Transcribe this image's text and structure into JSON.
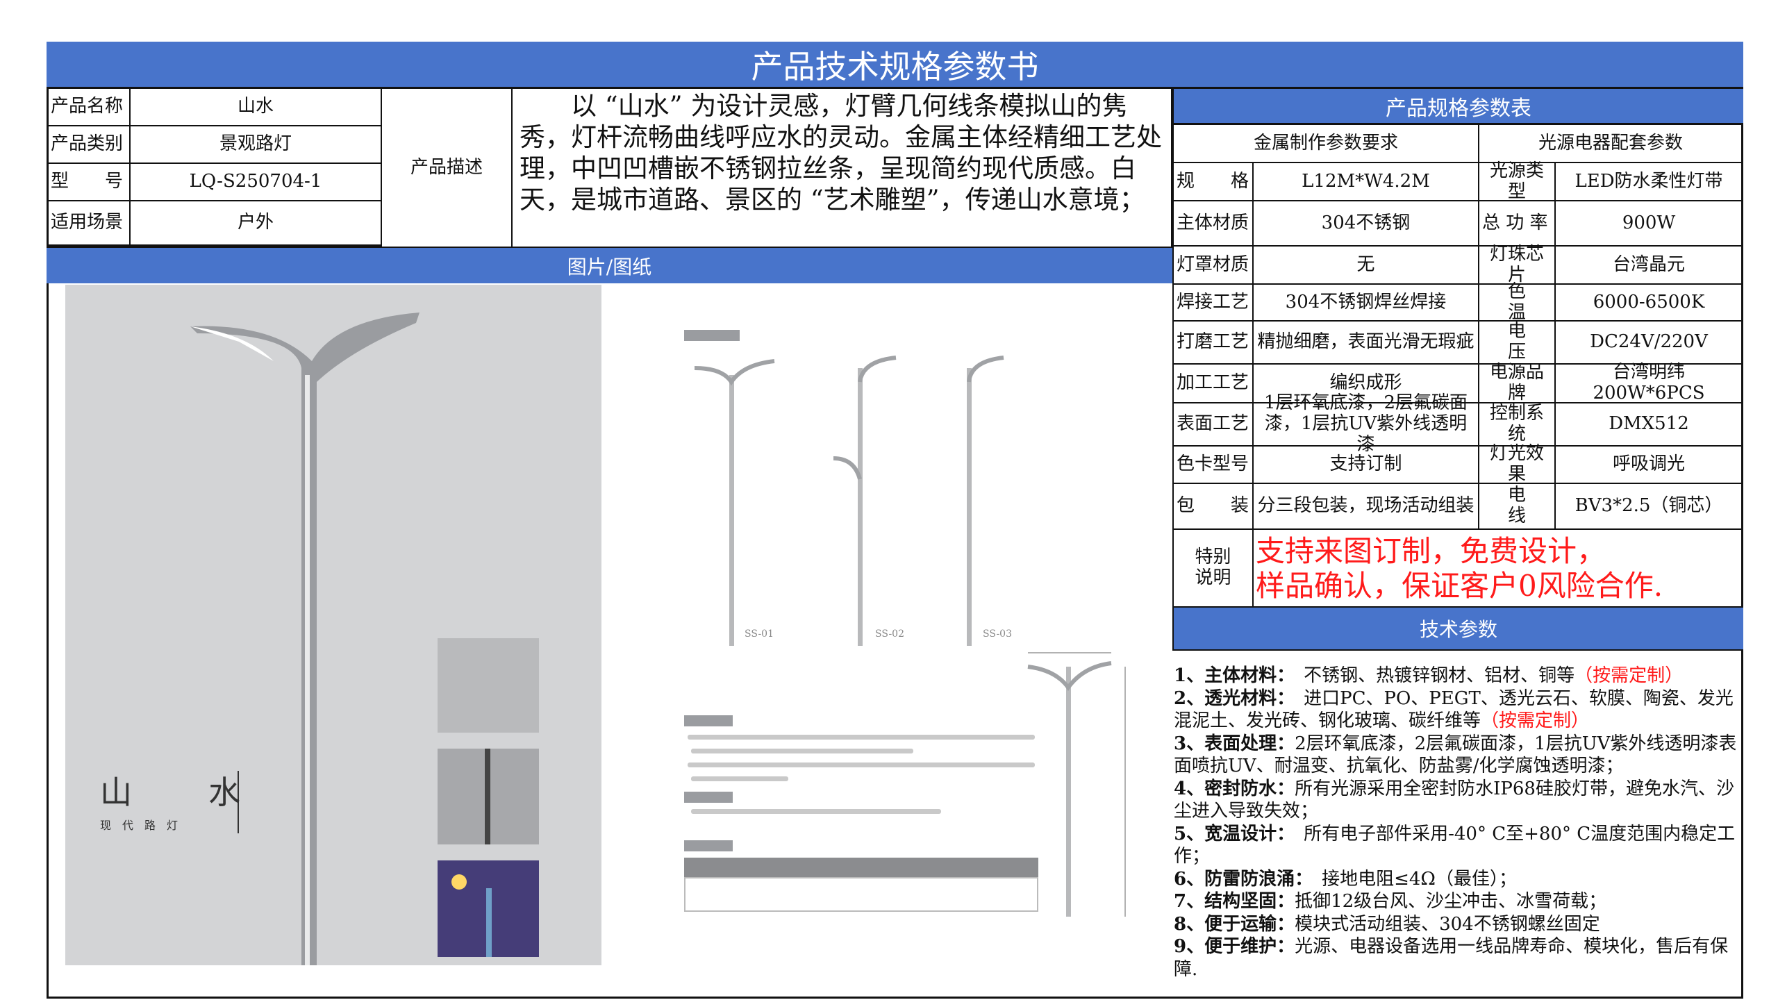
{
  "title": "产品技术规格参数书",
  "basic": [
    {
      "label": "产品名称",
      "value": "山水"
    },
    {
      "label": "产品类别",
      "value": "景观路灯"
    },
    {
      "label": "型　　号",
      "value": "LQ-S250704-1"
    },
    {
      "label": "适用场景",
      "value": "户外"
    }
  ],
  "description": {
    "label": "产品描述",
    "text": "以 “山水” 为设计灵感，灯臂几何线条模拟山的隽秀，灯杆流畅曲线呼应水的灵动。金属主体经精细工艺处理，中凹凹槽嵌不锈钢拉丝条，呈现简约现代质感。白天，是城市道路、景区的 “艺术雕塑”，传递山水意境；"
  },
  "pictures": {
    "header": "图片/图纸",
    "photo_title": "山　　水",
    "photo_subtitle": "现　代　路　灯",
    "models": [
      "SS-01",
      "SS-02",
      "SS-03"
    ]
  },
  "spec": {
    "header": "产品规格参数表",
    "metal_header": "金属制作参数要求",
    "light_header": "光源电器配套参数",
    "rows": [
      {
        "l1": "规　　格",
        "v1": "L12M*W4.2M",
        "l2": "光源类型",
        "v2": "LED防水柔性灯带"
      },
      {
        "l1": "主体材质",
        "v1": "304不锈钢",
        "l2": "总 功 率",
        "v2": "900W"
      },
      {
        "l1": "灯罩材质",
        "v1": "无",
        "l2": "灯珠芯片",
        "v2": "台湾晶元"
      },
      {
        "l1": "焊接工艺",
        "v1": "304不锈钢焊丝焊接",
        "l2": "色　　温",
        "v2": "6000-6500K"
      },
      {
        "l1": "打磨工艺",
        "v1": "精抛细磨，表面光滑无瑕疵",
        "l2": "电　　压",
        "v2": "DC24V/220V"
      },
      {
        "l1": "加工工艺",
        "v1": "编织成形",
        "l2": "电源品牌",
        "v2": "台湾明纬200W*6PCS"
      },
      {
        "l1": "表面工艺",
        "v1": "1层环氧底漆，2层氟碳面漆，1层抗UV紫外线透明漆",
        "l2": "控制系统",
        "v2": "DMX512"
      },
      {
        "l1": "色卡型号",
        "v1": "支持订制",
        "l2": "灯光效果",
        "v2": "呼吸调光"
      },
      {
        "l1": "包　　装",
        "v1": "分三段包装，现场活动组装",
        "l2": "电　　线",
        "v2": "BV3*2.5（铜芯）"
      }
    ],
    "special_label": "特别说明",
    "special_lines": [
      "支持来图订制，免费设计，",
      "样品确认，保证客户0风险合作."
    ]
  },
  "tech": {
    "header": "技术参数",
    "items": [
      {
        "label": "1、主体材料：",
        "text": "　不锈钢、热镀锌钢材、铝材、铜等",
        "note": "（按需定制）"
      },
      {
        "label": "2、透光材料：",
        "text": "　进口PC、PO、PEGT、透光云石、软膜、陶瓷、发光混泥土、发光砖、钢化玻璃、碳纤维等",
        "note": "（按需定制）"
      },
      {
        "label": "3、表面处理：",
        "text": "2层环氧底漆，2层氟碳面漆，1层抗UV紫外线透明漆表面喷抗UV、耐温变、抗氧化、防盐雾/化学腐蚀透明漆；",
        "note": ""
      },
      {
        "label": "4、密封防水：",
        "text": "所有光源采用全密封防水IP68硅胶灯带，避免水汽、沙尘进入导致失效；",
        "note": ""
      },
      {
        "label": "5、宽温设计：",
        "text": "　所有电子部件采用-40° C至+80° C温度范围内稳定工作；",
        "note": ""
      },
      {
        "label": "6、防雷防浪涌：",
        "text": "　接地电阻≤4Ω（最佳）；",
        "note": ""
      },
      {
        "label": "7、结构坚固：",
        "text": "抵御12级台风、沙尘冲击、冰雪荷载；",
        "note": ""
      },
      {
        "label": "8、便于运输：",
        "text": "模块式活动组装、304不锈钢螺丝固定",
        "note": ""
      },
      {
        "label": "9、便于维护：",
        "text": "光源、电器设备选用一线品牌寿命、模块化，售后有保障.",
        "note": ""
      }
    ]
  },
  "colors": {
    "header_blue": "#4874CB",
    "highlight_red": "#FF1A1A"
  }
}
